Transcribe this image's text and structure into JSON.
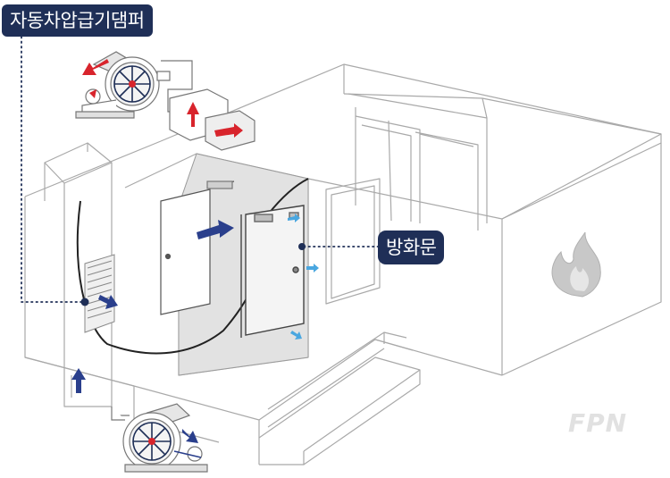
{
  "labels": {
    "damper": "자동차압급기댐퍼",
    "fire_door": "방화문"
  },
  "watermark": "FPN",
  "colors": {
    "label_bg": "#1f2f57",
    "label_text": "#ffffff",
    "arrow_supply": "#2a3f8c",
    "arrow_exhaust": "#d8242c",
    "arrow_leak": "#4aa7e0",
    "pressurized_zone": "#e2e2e2",
    "fire": "#c8c8c8"
  },
  "icons": [
    "fan-icon",
    "fire-icon",
    "supply-arrow-icon",
    "leak-arrow-icon",
    "exhaust-arrow-icon"
  ]
}
